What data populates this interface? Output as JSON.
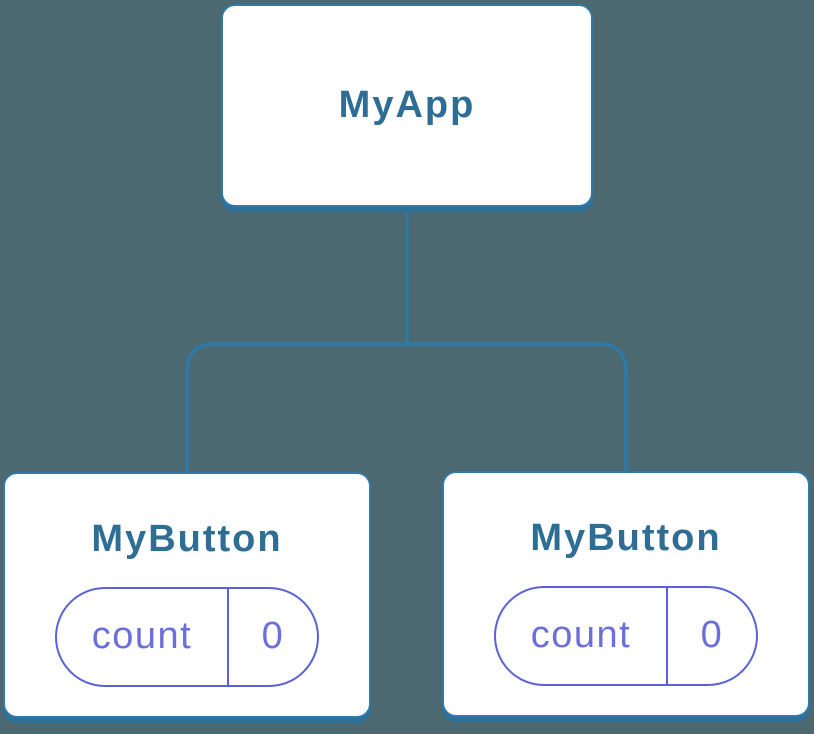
{
  "page": {
    "background_color": "#4C6972",
    "kind": "component-tree-diagram"
  },
  "tree": {
    "root": {
      "label": "MyApp"
    },
    "children": [
      {
        "label": "MyButton",
        "state": {
          "key": "count",
          "value": "0"
        }
      },
      {
        "label": "MyButton",
        "state": {
          "key": "count",
          "value": "0"
        }
      }
    ]
  },
  "colors": {
    "connector_line": "#2E79A8",
    "card_border": "#3179A7",
    "card_shadow": "#2D7099",
    "card_background": "#FFFFFF",
    "node_title_text": "#2E6E94",
    "state_pill_border": "#5A62D8",
    "state_pill_text": "#6B6FDC"
  }
}
